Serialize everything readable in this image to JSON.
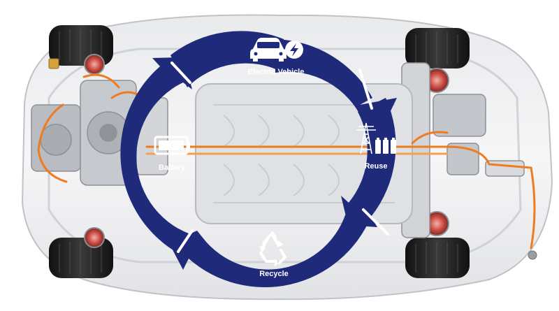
{
  "diagram": {
    "colors": {
      "ring": "#1f2a7a",
      "wire": "#ef7b21",
      "chassis": "#cfd2d6",
      "tire": "#1e1e1e",
      "motor": "#c44b4b"
    },
    "stages": [
      {
        "label": "Electric Vehicle",
        "icon": "electric-car-icon"
      },
      {
        "label": "Reuse",
        "icon": "power-grid-battery-icon"
      },
      {
        "label": "Recycle",
        "icon": "recycle-icon"
      },
      {
        "label": "Battery",
        "icon": "battery-icon"
      }
    ]
  }
}
